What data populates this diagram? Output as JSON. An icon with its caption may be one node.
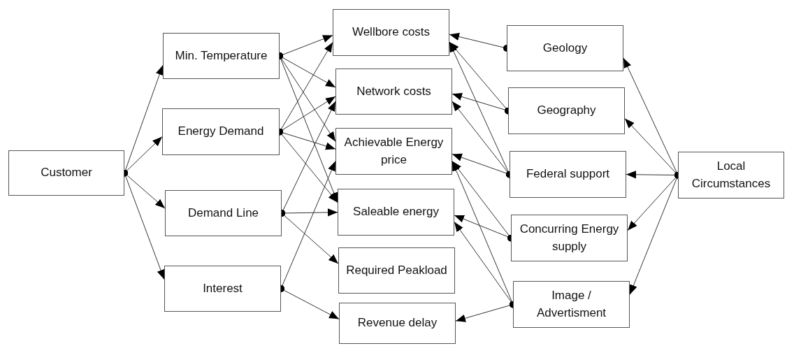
{
  "diagram": {
    "nodes": [
      {
        "text": [
          "Customer"
        ]
      },
      {
        "text": [
          "Min. Temperature"
        ]
      },
      {
        "text": [
          "Energy Demand"
        ]
      },
      {
        "text": [
          "Demand Line"
        ]
      },
      {
        "text": [
          "Interest"
        ]
      },
      {
        "text": [
          "Wellbore costs"
        ]
      },
      {
        "text": [
          "Network costs"
        ]
      },
      {
        "text": [
          "Achievable Energy price"
        ]
      },
      {
        "text": [
          "Saleable energy"
        ]
      },
      {
        "text": [
          "Required Peakload"
        ]
      },
      {
        "text": [
          "Revenue delay"
        ]
      },
      {
        "text": [
          "Geology"
        ]
      },
      {
        "text": [
          "Geography"
        ]
      },
      {
        "text": [
          "Federal support"
        ]
      },
      {
        "text": [
          "Concurring Energy supply"
        ]
      },
      {
        "text": [
          "Image / Advertisment"
        ]
      },
      {
        "text": [
          "Local Circumstances"
        ]
      }
    ],
    "edges": [
      {
        "from": 0,
        "to": 1,
        "arrow": "to"
      },
      {
        "from": 0,
        "to": 2,
        "arrow": "to"
      },
      {
        "from": 0,
        "to": 3,
        "arrow": "to"
      },
      {
        "from": 0,
        "to": 4,
        "arrow": "to"
      },
      {
        "from": 1,
        "to": 5,
        "arrow": "to"
      },
      {
        "from": 1,
        "to": 6,
        "arrow": "to"
      },
      {
        "from": 1,
        "to": 7,
        "arrow": "to"
      },
      {
        "from": 1,
        "to": 8,
        "arrow": "to"
      },
      {
        "from": 2,
        "to": 5,
        "arrow": "to"
      },
      {
        "from": 2,
        "to": 6,
        "arrow": "to"
      },
      {
        "from": 2,
        "to": 7,
        "arrow": "to"
      },
      {
        "from": 2,
        "to": 8,
        "arrow": "to"
      },
      {
        "from": 3,
        "to": 6,
        "arrow": "to"
      },
      {
        "from": 3,
        "to": 8,
        "arrow": "to"
      },
      {
        "from": 3,
        "to": 9,
        "arrow": "to"
      },
      {
        "from": 4,
        "to": 7,
        "arrow": "to"
      },
      {
        "from": 4,
        "to": 10,
        "arrow": "to"
      },
      {
        "from": 11,
        "to": 5,
        "arrow": "to"
      },
      {
        "from": 12,
        "to": 5,
        "arrow": "to"
      },
      {
        "from": 12,
        "to": 6,
        "arrow": "to"
      },
      {
        "from": 13,
        "to": 5,
        "arrow": "to"
      },
      {
        "from": 13,
        "to": 6,
        "arrow": "to"
      },
      {
        "from": 13,
        "to": 7,
        "arrow": "to"
      },
      {
        "from": 14,
        "to": 7,
        "arrow": "to"
      },
      {
        "from": 14,
        "to": 8,
        "arrow": "to"
      },
      {
        "from": 15,
        "to": 7,
        "arrow": "to"
      },
      {
        "from": 15,
        "to": 8,
        "arrow": "to"
      },
      {
        "from": 15,
        "to": 10,
        "arrow": "to"
      },
      {
        "from": 16,
        "to": 11,
        "arrow": "to"
      },
      {
        "from": 16,
        "to": 12,
        "arrow": "to"
      },
      {
        "from": 16,
        "to": 13,
        "arrow": "to"
      },
      {
        "from": 16,
        "to": 14,
        "arrow": "to"
      },
      {
        "from": 16,
        "to": 15,
        "arrow": "to"
      }
    ]
  }
}
